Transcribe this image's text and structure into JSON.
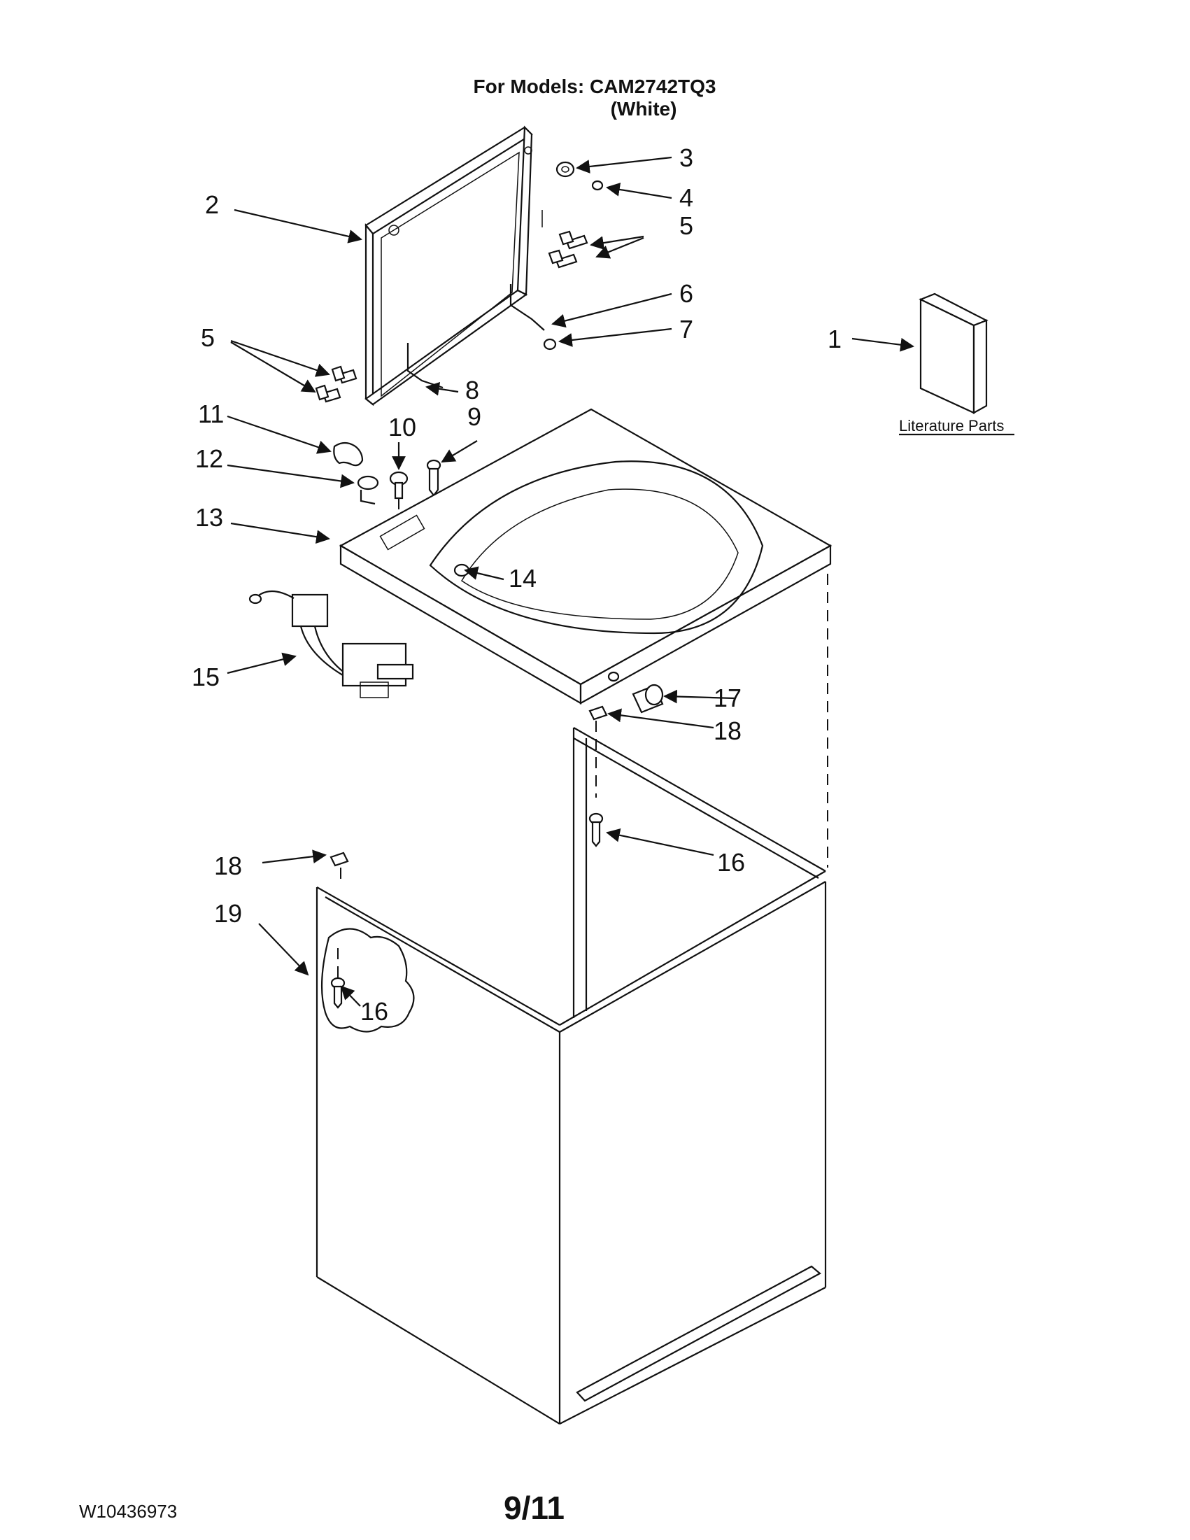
{
  "header": {
    "models_line": "For Models: CAM2742TQ3",
    "color_line": "(White)"
  },
  "literature_label": "Literature Parts",
  "callouts": {
    "c1": "1",
    "c2": "2",
    "c3": "3",
    "c4": "4",
    "c5a": "5",
    "c5b": "5",
    "c6": "6",
    "c7": "7",
    "c8": "8",
    "c9": "9",
    "c10": "10",
    "c11": "11",
    "c12": "12",
    "c13": "13",
    "c14": "14",
    "c15": "15",
    "c16a": "16",
    "c16b": "16",
    "c17": "17",
    "c18a": "18",
    "c18b": "18",
    "c19": "19"
  },
  "footer": {
    "doc_number": "W10436973",
    "page": "9/11"
  }
}
